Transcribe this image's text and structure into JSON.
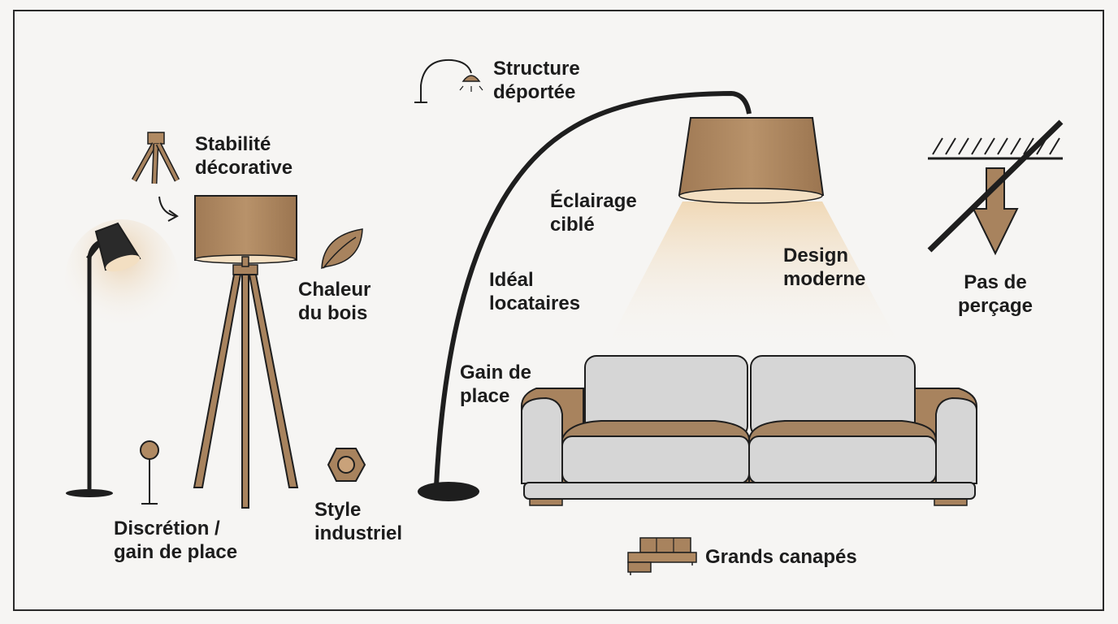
{
  "labels": {
    "stabilite": [
      "Stabilité",
      "décorative"
    ],
    "structure": [
      "Structure",
      "déportée"
    ],
    "eclairage": [
      "Éclairage",
      "ciblé"
    ],
    "ideal": [
      "Idéal",
      "locataires"
    ],
    "chaleur": [
      "Chaleur",
      "du bois"
    ],
    "design": [
      "Design",
      "moderne"
    ],
    "pas_percage": [
      "Pas de",
      "perçage"
    ],
    "gain": [
      "Gain de",
      "place"
    ],
    "style": [
      "Style",
      "industriel"
    ],
    "discretion": [
      "Discrétion /",
      "gain de place"
    ],
    "grands": "Grands canapés"
  },
  "colors": {
    "wood": "#a8835e",
    "shade": "#b08a63",
    "ink": "#1e1e1e",
    "sofa": "#d6d6d6",
    "cushion_accent": "#a58462",
    "background": "#f6f5f3"
  },
  "icons": [
    "tripod-icon",
    "arc-lamp-icon",
    "leaf-icon",
    "hex-nut-icon",
    "pin-icon",
    "no-drill-icon",
    "sofa-icon",
    "curved-arrow-icon"
  ]
}
